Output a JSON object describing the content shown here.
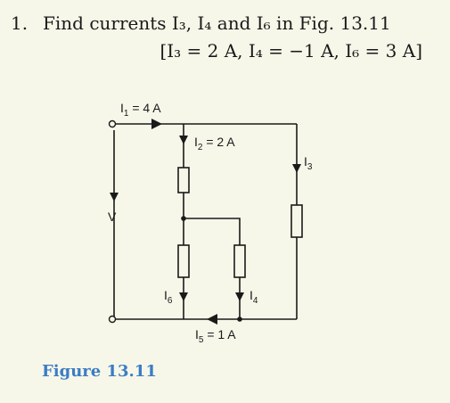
{
  "problem": {
    "number": "1.",
    "text": "Find currents I₃, I₄ and I₆ in Fig. 13.11",
    "answer": "[I₃ = 2 A, I₄ = −1 A, I₆ = 3 A]"
  },
  "circuit": {
    "labels": {
      "i1": {
        "symbol": "I",
        "sub": "1",
        "value": " = 4 A"
      },
      "i2": {
        "symbol": "I",
        "sub": "2",
        "value": " = 2 A"
      },
      "i3": {
        "symbol": "I",
        "sub": "3"
      },
      "i4": {
        "symbol": "I",
        "sub": "4"
      },
      "i5": {
        "symbol": "I",
        "sub": "5",
        "value": " = 1 A"
      },
      "i6": {
        "symbol": "I",
        "sub": "6"
      },
      "v": "V"
    }
  },
  "figure": {
    "caption": "Figure 13.11"
  }
}
